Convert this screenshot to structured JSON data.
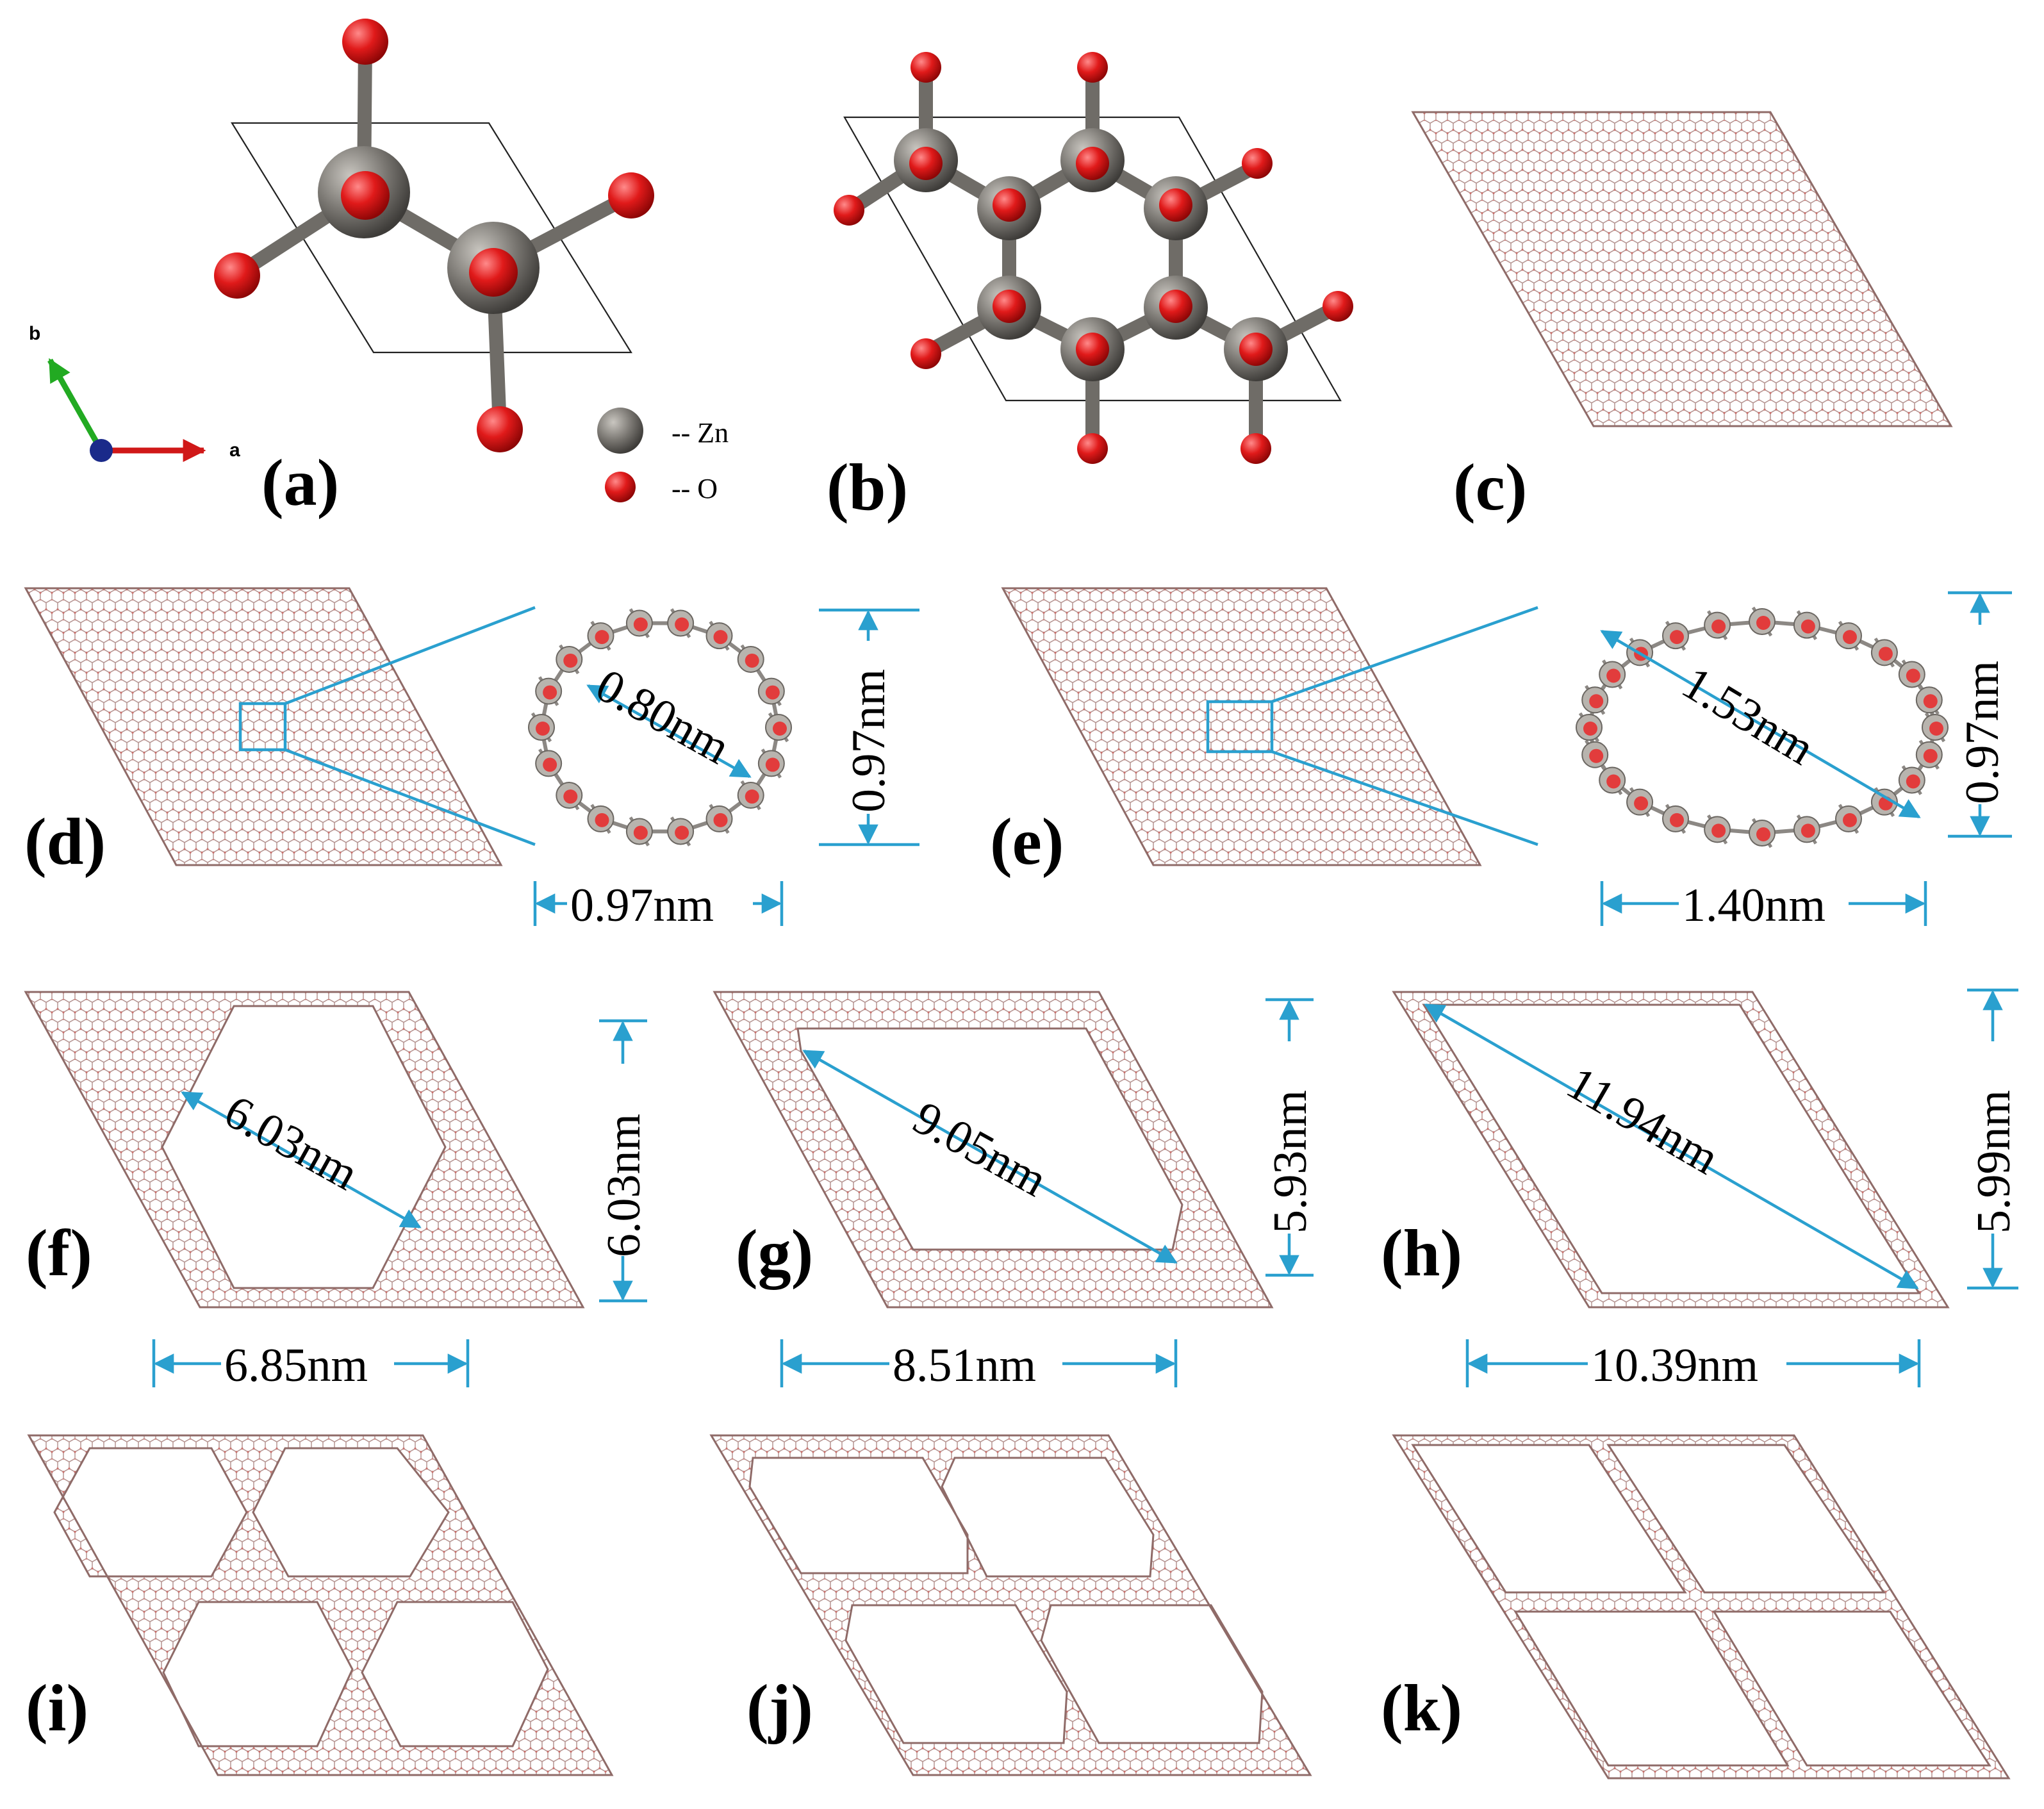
{
  "panels": {
    "a": "(a)",
    "b": "(b)",
    "c": "(c)",
    "d": "(d)",
    "e": "(e)",
    "f": "(f)",
    "g": "(g)",
    "h": "(h)",
    "i": "(i)",
    "j": "(j)",
    "k": "(k)"
  },
  "legend": {
    "zn": "-- Zn",
    "o": "-- O"
  },
  "axes": {
    "a": "a",
    "b": "b"
  },
  "colors": {
    "zinc": "#6f6c67",
    "oxygen": "#d01818",
    "dimension": "#2aa0cf",
    "lattice": "#b89a97",
    "cell": "#222222"
  },
  "dimensions": {
    "d_diag": "0.80nm",
    "d_height": "0.97nm",
    "d_width": "0.97nm",
    "e_diag": "1.53nm",
    "e_height": "0.97nm",
    "e_width": "1.40nm",
    "f_diag": "6.03nm",
    "f_height": "6.03nm",
    "f_width": "6.85nm",
    "g_diag": "9.05nm",
    "g_height": "5.93nm",
    "g_width": "8.51nm",
    "h_diag": "11.94nm",
    "h_height": "5.99nm",
    "h_width": "10.39nm"
  }
}
